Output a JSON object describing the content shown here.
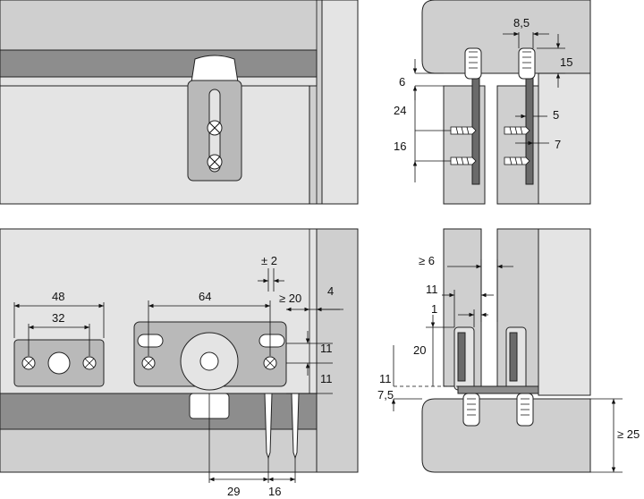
{
  "dimensions": {
    "top_right": {
      "d8_5": "8,5",
      "d15": "15",
      "d6": "6",
      "d24": "24",
      "d5": "5",
      "d16": "16",
      "d7": "7"
    },
    "bottom_left": {
      "d48": "48",
      "d32": "32",
      "d64": "64",
      "pm2": "± 2",
      "ge20": "≥ 20",
      "d4": "4",
      "d11a": "11",
      "d11b": "11",
      "d29": "29",
      "d16": "16"
    },
    "bottom_right": {
      "ge6": "≥ 6",
      "d11": "11",
      "d1": "1",
      "d20": "20",
      "d11b": "11",
      "d7_5": "7,5",
      "ge25": "≥ 25"
    }
  },
  "colors": {
    "panel": "#cfcfcf",
    "light": "#e4e4e4",
    "part": "#b9b9b9",
    "rail": "#8d8d8d",
    "line": "#111111"
  }
}
